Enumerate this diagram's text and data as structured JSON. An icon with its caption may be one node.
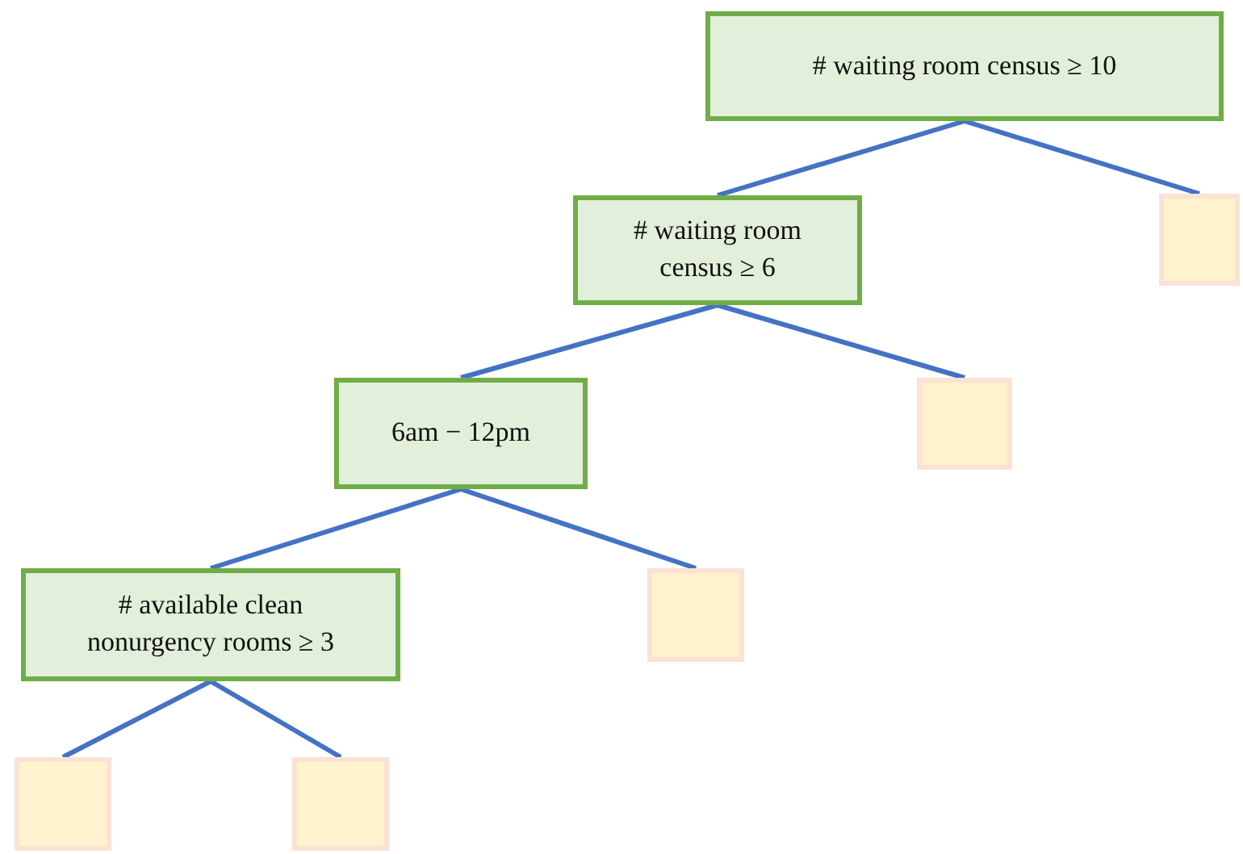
{
  "diagram": {
    "nodes": [
      {
        "text": [
          "# waiting room census ≥ 10"
        ]
      },
      {
        "text": [
          "# waiting room census ≥ 6"
        ]
      },
      {
        "text": [],
        "shape": "box"
      },
      {
        "text": [
          "6am − 12pm"
        ]
      },
      {
        "text": [],
        "shape": "box"
      },
      {
        "text": [
          "# available clean nonurgency rooms ≥ 3"
        ]
      },
      {
        "text": [],
        "shape": "box"
      },
      {
        "text": [],
        "shape": "box"
      },
      {
        "text": [],
        "shape": "box"
      }
    ],
    "edges": [
      {
        "from": 0,
        "to": 1,
        "arrow": "none"
      },
      {
        "from": 0,
        "to": 2,
        "arrow": "none"
      },
      {
        "from": 1,
        "to": 3,
        "arrow": "none"
      },
      {
        "from": 1,
        "to": 4,
        "arrow": "none"
      },
      {
        "from": 3,
        "to": 5,
        "arrow": "none"
      },
      {
        "from": 3,
        "to": 6,
        "arrow": "none"
      },
      {
        "from": 5,
        "to": 7,
        "arrow": "none"
      },
      {
        "from": 5,
        "to": 8,
        "arrow": "none"
      }
    ]
  }
}
